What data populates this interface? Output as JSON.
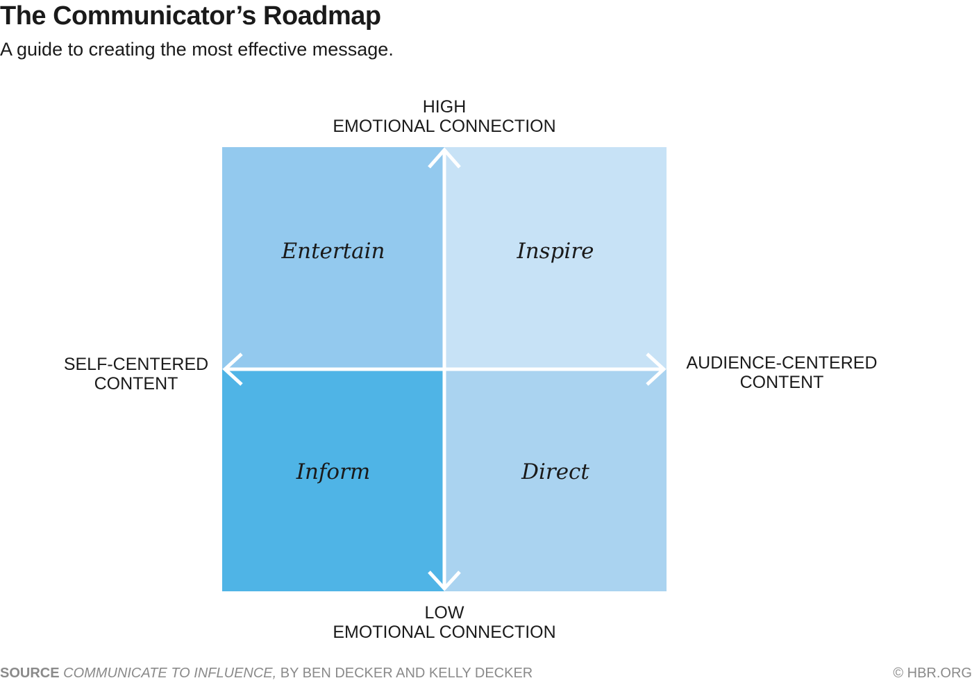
{
  "title": "The Communicator’s Roadmap",
  "subtitle": "A guide to creating the most effective message.",
  "axes": {
    "top": {
      "line1": "HIGH",
      "line2": "EMOTIONAL CONNECTION"
    },
    "bottom": {
      "line1": "LOW",
      "line2": "EMOTIONAL CONNECTION"
    },
    "left": {
      "line1": "SELF-CENTERED",
      "line2": "CONTENT"
    },
    "right": {
      "line1": "AUDIENCE-CENTERED",
      "line2": "CONTENT"
    }
  },
  "quadrants": {
    "top_left": {
      "label": "Entertain",
      "color": "#93C9EE"
    },
    "top_right": {
      "label": "Inspire",
      "color": "#C7E2F6"
    },
    "bottom_left": {
      "label": "Inform",
      "color": "#4FB4E6"
    },
    "bottom_right": {
      "label": "Direct",
      "color": "#AAD3F0"
    }
  },
  "arrow_color": "#FFFFFF",
  "footer": {
    "source_tag": "SOURCE",
    "source_book": "COMMUNICATE TO INFLUENCE,",
    "source_rest": "BY BEN DECKER AND KELLY DECKER",
    "copyright": "© HBR.ORG"
  }
}
